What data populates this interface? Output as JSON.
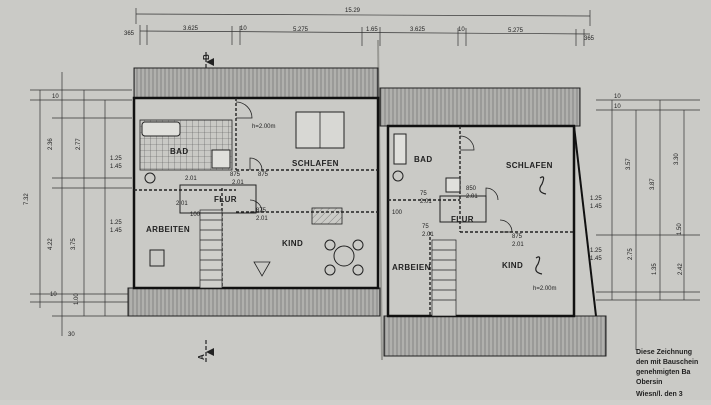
{
  "plan": {
    "total_width": "15.29",
    "top_dims": {
      "d1": "365",
      "d2": "3.625",
      "d3": "10",
      "d4": "5.275",
      "d5": "1.65",
      "d6": "3.625",
      "d7": "10",
      "d8": "5.275",
      "d9": "365"
    },
    "left_dims": {
      "overall": "7.32",
      "a": "4.22",
      "b": "3.75",
      "c": "2.36",
      "d": "2.77",
      "e": "1.00",
      "f": "10",
      "g": "10",
      "h": "30"
    },
    "right_dims": {
      "overall": "3.57",
      "a": "3.87",
      "b": "3.30",
      "c": "1.50",
      "d": "2.75",
      "e": "1.35",
      "f": "2.42",
      "g": "10",
      "h": "10"
    },
    "opening_dims": {
      "o1": "1.25",
      "o1b": "1.45",
      "o2": "1.25",
      "o2b": "1.45",
      "o3": "1.25",
      "o3b": "1.45",
      "o4": "1.25",
      "o4b": "1.45"
    },
    "door_marks": {
      "m1": "2.01",
      "m2": "875",
      "m3": "2.01",
      "m4": "875",
      "m5": "2.01",
      "m6": "875",
      "m7": "2.01",
      "r1": "75",
      "r2": "2.01",
      "r3": "850",
      "r4": "2.01",
      "r5": "875",
      "r6": "2.01",
      "r7": "100",
      "r8": "75",
      "r9": "2.01",
      "l_100": "100"
    },
    "height_note_left": "h=2.00m",
    "height_note_right": "h=2.00m",
    "section_mark_top": "B",
    "section_mark_bottom": "A",
    "rooms_left": {
      "bad": "BAD",
      "schlafen": "SCHLAFEN",
      "flur": "FLUR",
      "arbeiten": "ARBEITEN",
      "kind": "KIND"
    },
    "rooms_right": {
      "bad": "BAD",
      "schlafen": "SCHLAFEN",
      "flur": "FLUR",
      "arbeiten": "ARBEIEN",
      "kind": "KIND"
    },
    "stamp_lines": [
      "Diese Zeichnung",
      "den mit Bauschein",
      "genehmigten Ba",
      "Obersin",
      "Wiesn/l. den 3"
    ],
    "colors": {
      "paper": "#cfcfcb",
      "ink": "#2a2a2a",
      "hatch": "#555555"
    }
  }
}
